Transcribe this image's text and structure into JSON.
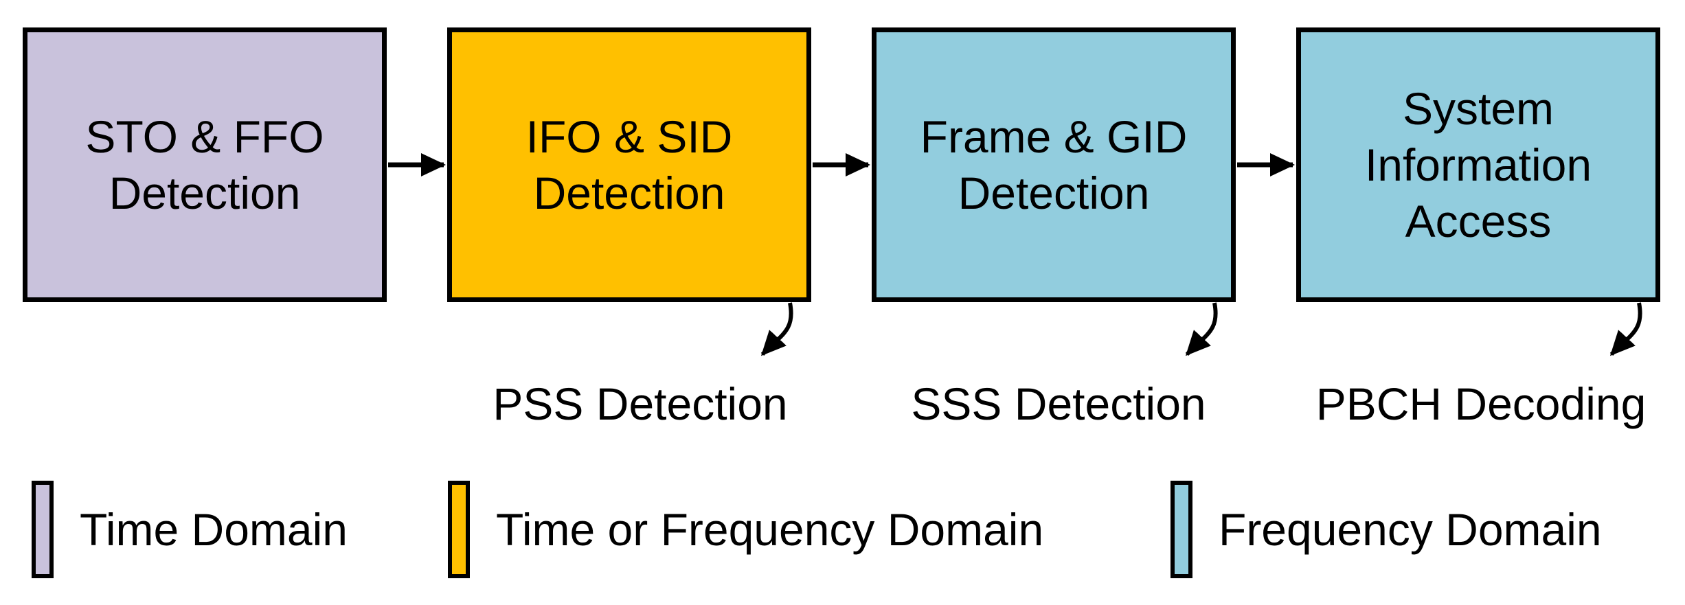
{
  "flowchart": {
    "background": "#FFFFFF",
    "stroke_color": "#000000",
    "boxes": [
      {
        "lines": [
          "STO & FFO",
          "Detection"
        ],
        "fill": "#C9C2DC",
        "domain": "Time Domain"
      },
      {
        "lines": [
          "IFO & SID",
          "Detection"
        ],
        "fill": "#FFC000",
        "domain": "Time or Frequency Domain"
      },
      {
        "lines": [
          "Frame & GID",
          "Detection"
        ],
        "fill": "#92CDDE",
        "domain": "Frequency Domain"
      },
      {
        "lines": [
          "System",
          "Information",
          "Access"
        ],
        "fill": "#92CDDE",
        "domain": "Frequency Domain"
      }
    ],
    "sub_labels": [
      {
        "text": "PSS Detection"
      },
      {
        "text": "SSS Detection"
      },
      {
        "text": "PBCH Decoding"
      }
    ],
    "legend": [
      {
        "label": "Time Domain",
        "fill": "#C9C2DC"
      },
      {
        "label": "Time or Frequency Domain",
        "fill": "#FFC000"
      },
      {
        "label": "Frequency Domain",
        "fill": "#92CDDE"
      }
    ]
  }
}
